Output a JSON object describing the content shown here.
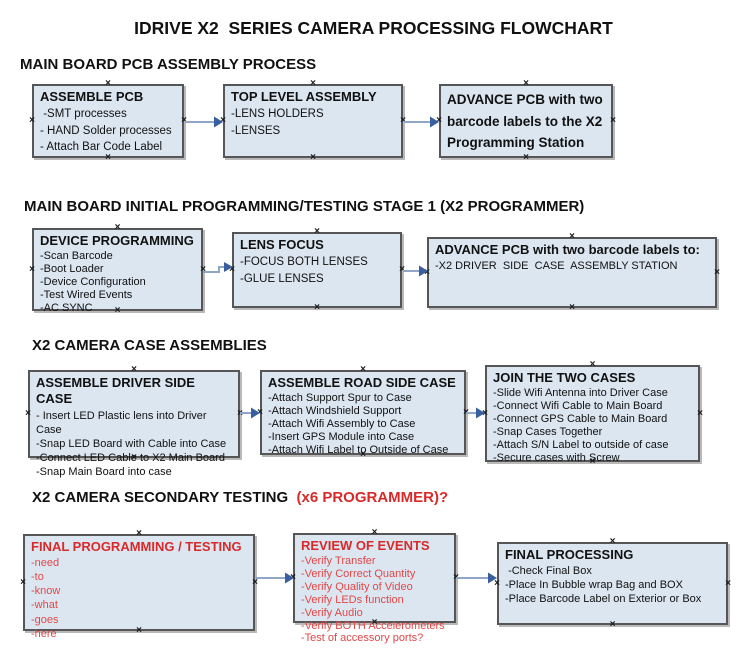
{
  "meta": {
    "anchor_glyph": "×"
  },
  "colors": {
    "box_fill": "#dce6f1",
    "box_border": "#565656",
    "arrow_line": "#8fa6c6",
    "arrow_head": "#3a5f9e",
    "red_heading": "#d92a2a",
    "red_item": "#e04848",
    "text": "#111111"
  },
  "title": "IDRIVE X2  SERIES CAMERA PROCESSING FLOWCHART",
  "sections": [
    {
      "heading": "MAIN BOARD PCB ASSEMBLY PROCESS",
      "boxes": [
        {
          "title": "ASSEMBLE PCB",
          "items": [
            " -SMT processes",
            "- HAND Solder processes",
            "- Attach Bar Code Label"
          ]
        },
        {
          "title": "TOP LEVEL ASSEMBLY",
          "items": [
            "-LENS HOLDERS",
            "-LENSES"
          ]
        },
        {
          "title": "ADVANCE PCB with two barcode labels to the X2 Programming Station",
          "items": []
        }
      ]
    },
    {
      "heading": "MAIN BOARD INITIAL PROGRAMMING/TESTING STAGE 1 (X2 PROGRAMMER)",
      "boxes": [
        {
          "title": "DEVICE PROGRAMMING",
          "items": [
            "-Scan Barcode",
            "-Boot Loader",
            "-Device Configuration",
            "-Test Wired Events",
            "-AC SYNC"
          ]
        },
        {
          "title": "LENS FOCUS",
          "items": [
            "-FOCUS BOTH LENSES",
            "-GLUE LENSES"
          ]
        },
        {
          "title": "ADVANCE PCB with two barcode labels to:",
          "items": [
            "-X2 DRIVER  SIDE  CASE  ASSEMBLY STATION"
          ]
        }
      ]
    },
    {
      "heading": "X2 CAMERA CASE ASSEMBLIES",
      "boxes": [
        {
          "title": "ASSEMBLE DRIVER SIDE CASE",
          "items": [
            "- Insert LED Plastic lens into Driver Case",
            "-Snap LED Board with Cable into Case",
            "-Connect LED Cable to X2 Main Board",
            "-Snap Main Board into case"
          ]
        },
        {
          "title": "ASSEMBLE ROAD SIDE CASE",
          "items": [
            "-Attach Support Spur to Case",
            "-Attach Windshield Support",
            "-Attach Wifi Assembly to Case",
            "-Insert GPS Module into Case",
            "-Attach Wifi Label to Outside of Case"
          ]
        },
        {
          "title": "JOIN THE TWO CASES",
          "items": [
            "-Slide Wifi Antenna into Driver Case",
            "-Connect Wifi Cable to Main Board",
            "-Connect GPS Cable to Main Board",
            "-Snap Cases Together",
            "-Attach S/N Label to outside of case",
            "-Secure cases with Screw"
          ]
        }
      ]
    },
    {
      "heading": "X2 CAMERA SECONDARY TESTING",
      "heading_suffix": "  (x6 PROGRAMMER)?",
      "boxes": [
        {
          "title": "FINAL PROGRAMMING / TESTING",
          "items": [
            "-need",
            "-to",
            "-know",
            "-what",
            "-goes",
            "-here"
          ]
        },
        {
          "title": "REVIEW OF EVENTS",
          "items": [
            "-Verify Transfer",
            "-Verify Correct Quantity",
            "-Verify Quality of Video",
            "-Verify LEDs function",
            "-Verify Audio",
            "-Verify BOTH Accelerometers",
            "-Test of accessory ports?"
          ]
        },
        {
          "title": "FINAL PROCESSING",
          "items": [
            " -Check Final Box",
            "-Place In Bubble wrap Bag and BOX",
            "-Place Barcode Label on Exterior or Box"
          ]
        }
      ]
    }
  ]
}
